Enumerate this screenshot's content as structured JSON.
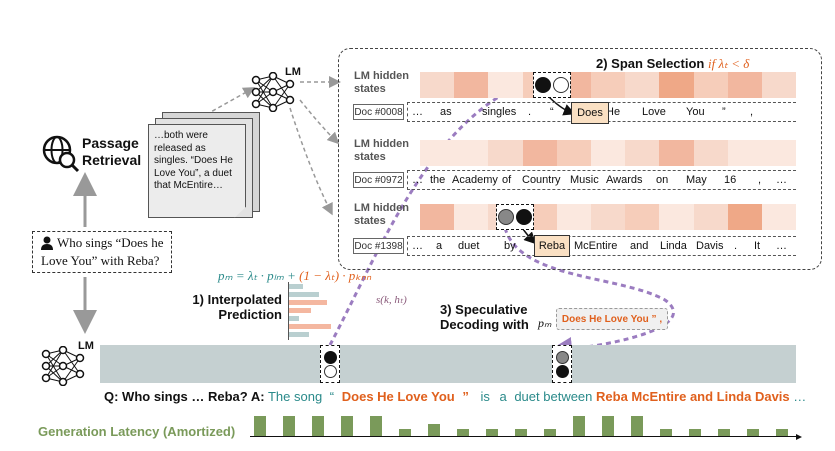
{
  "lm_label": "LM",
  "passage_retrieval": {
    "line1": "Passage",
    "line2": "Retrieval"
  },
  "query": "Who sings “Does he Love You” with Reba?",
  "doc_stack_text": "…both were released as singles. “Does He Love You”, a duet that McEntire…",
  "span_selection": {
    "title": "2) Span Selection",
    "condition": "if λₜ < δ"
  },
  "hidden_states_label": "LM hidden states",
  "docs": [
    {
      "id": "Doc #0008",
      "tokens": [
        "…",
        "as",
        "singles",
        ".",
        "“",
        "Does",
        "He",
        "Love",
        "You",
        "”",
        ","
      ]
    },
    {
      "id": "Doc #0972",
      "tokens": [
        "…",
        "the",
        "Academy",
        "of",
        "Country",
        "Music",
        "Awards",
        "on",
        "May",
        "16",
        ",",
        "…"
      ]
    },
    {
      "id": "Doc #1398",
      "tokens": [
        "…",
        "a",
        "duet",
        "by",
        "Reba",
        "McEntire",
        "and",
        "Linda",
        "Davis",
        ".",
        "It",
        "…"
      ]
    }
  ],
  "formula": {
    "lhs": "pₘ = λₜ · pₗₘ +",
    "rhs": "(1 − λₜ) · pₖₙₙ"
  },
  "interpolated": {
    "line1": "1) Interpolated",
    "line2": "Prediction"
  },
  "similarity": "s(k, hₜ)",
  "speculative": {
    "line1": "3) Speculative",
    "line2": "Decoding with",
    "pm": "pₘ",
    "chip": "Does He Love You ” ,"
  },
  "qa": {
    "prefix": "Q: Who sings … Reba? A:",
    "t1": "The song",
    "t2": "“",
    "t3": "Does He Love You",
    "t4": "”",
    "t5": "is",
    "t6": "a",
    "t7": "duet between",
    "t8": "Reba McEntire and Linda Davis",
    "t9": "…"
  },
  "latency_label": "Generation Latency (Amortized)",
  "latency_bars": [
    1,
    1,
    1,
    1,
    1,
    0.35,
    0.6,
    0.35,
    0.35,
    0.35,
    0.35,
    1,
    1,
    1,
    0.35,
    0.35,
    0.35,
    0.35,
    0.35
  ],
  "colors": {
    "accent_orange": "#e0601d",
    "teal": "#2a8a8a",
    "purple": "#9b7cc0",
    "green": "#7a9a5a",
    "stream": "#c5d0d1"
  }
}
